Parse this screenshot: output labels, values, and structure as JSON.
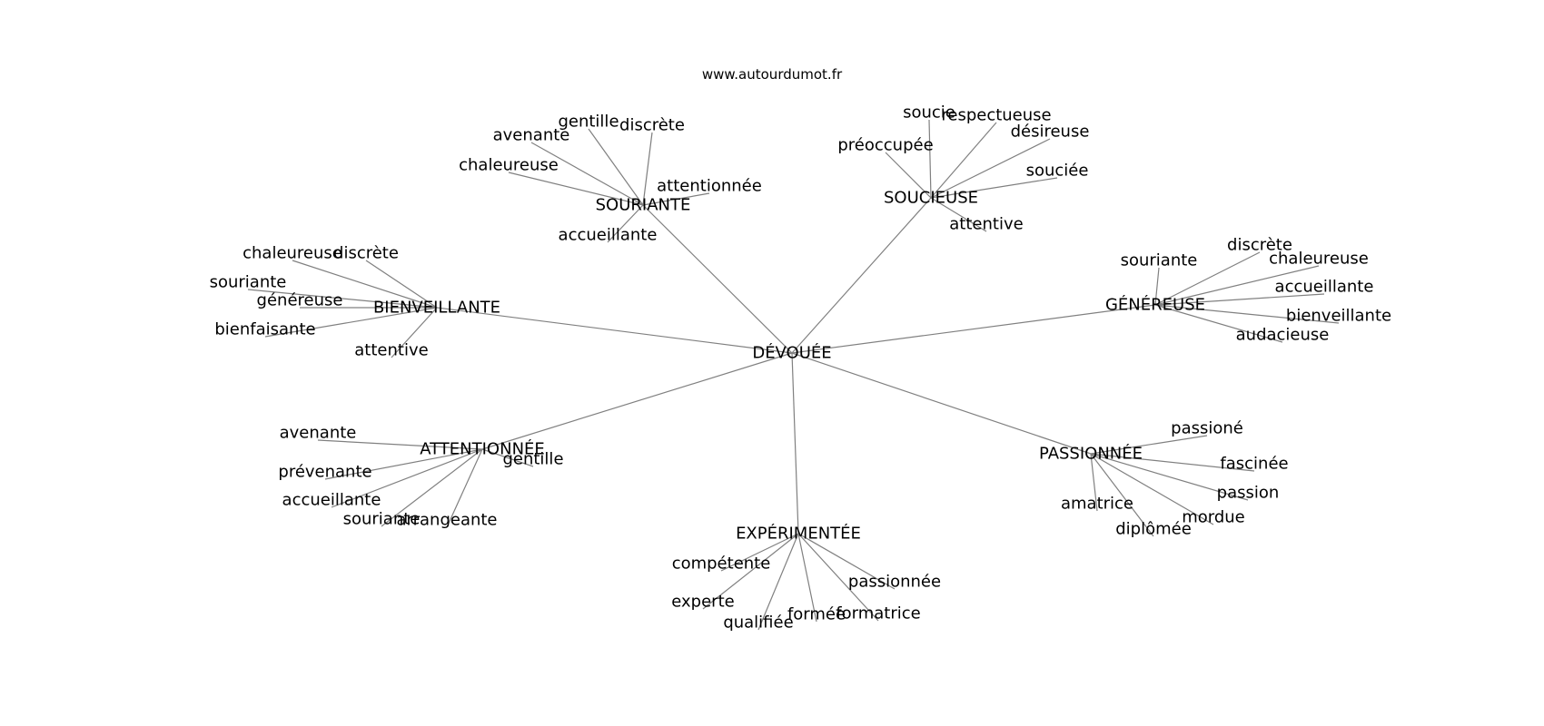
{
  "site": "www.autourdumot.fr",
  "center": "DÉVOUÉE",
  "hubs": [
    {
      "id": "souriante",
      "label": "SOURIANTE",
      "leaves": [
        "gentille",
        "discrète",
        "avenante",
        "chaleureuse",
        "attentionnée",
        "accueillante"
      ]
    },
    {
      "id": "soucieuse",
      "label": "SOUCIEUSE",
      "leaves": [
        "soucie",
        "respectueuse",
        "désireuse",
        "préoccupée",
        "souciée",
        "attentive"
      ]
    },
    {
      "id": "bienveillante",
      "label": "BIENVEILLANTE",
      "leaves": [
        "chaleureuse",
        "discrète",
        "souriante",
        "généreuse",
        "bienfaisante",
        "attentive"
      ]
    },
    {
      "id": "genereuse",
      "label": "GÉNÉREUSE",
      "leaves": [
        "souriante",
        "discrète",
        "chaleureuse",
        "accueillante",
        "bienveillante",
        "audacieuse"
      ]
    },
    {
      "id": "attentionnee",
      "label": "ATTENTIONNÉE",
      "leaves": [
        "avenante",
        "gentille",
        "prévenante",
        "accueillante",
        "souriante",
        "arrangeante"
      ]
    },
    {
      "id": "passionnee",
      "label": "PASSIONNÉE",
      "leaves": [
        "passioné",
        "fascinée",
        "passion",
        "amatrice",
        "mordue",
        "diplômée"
      ]
    },
    {
      "id": "experimentee",
      "label": "EXPÉRIMENTÉE",
      "leaves": [
        "compétente",
        "passionnée",
        "experte",
        "qualifiée",
        "formée",
        "formatrice"
      ]
    }
  ]
}
